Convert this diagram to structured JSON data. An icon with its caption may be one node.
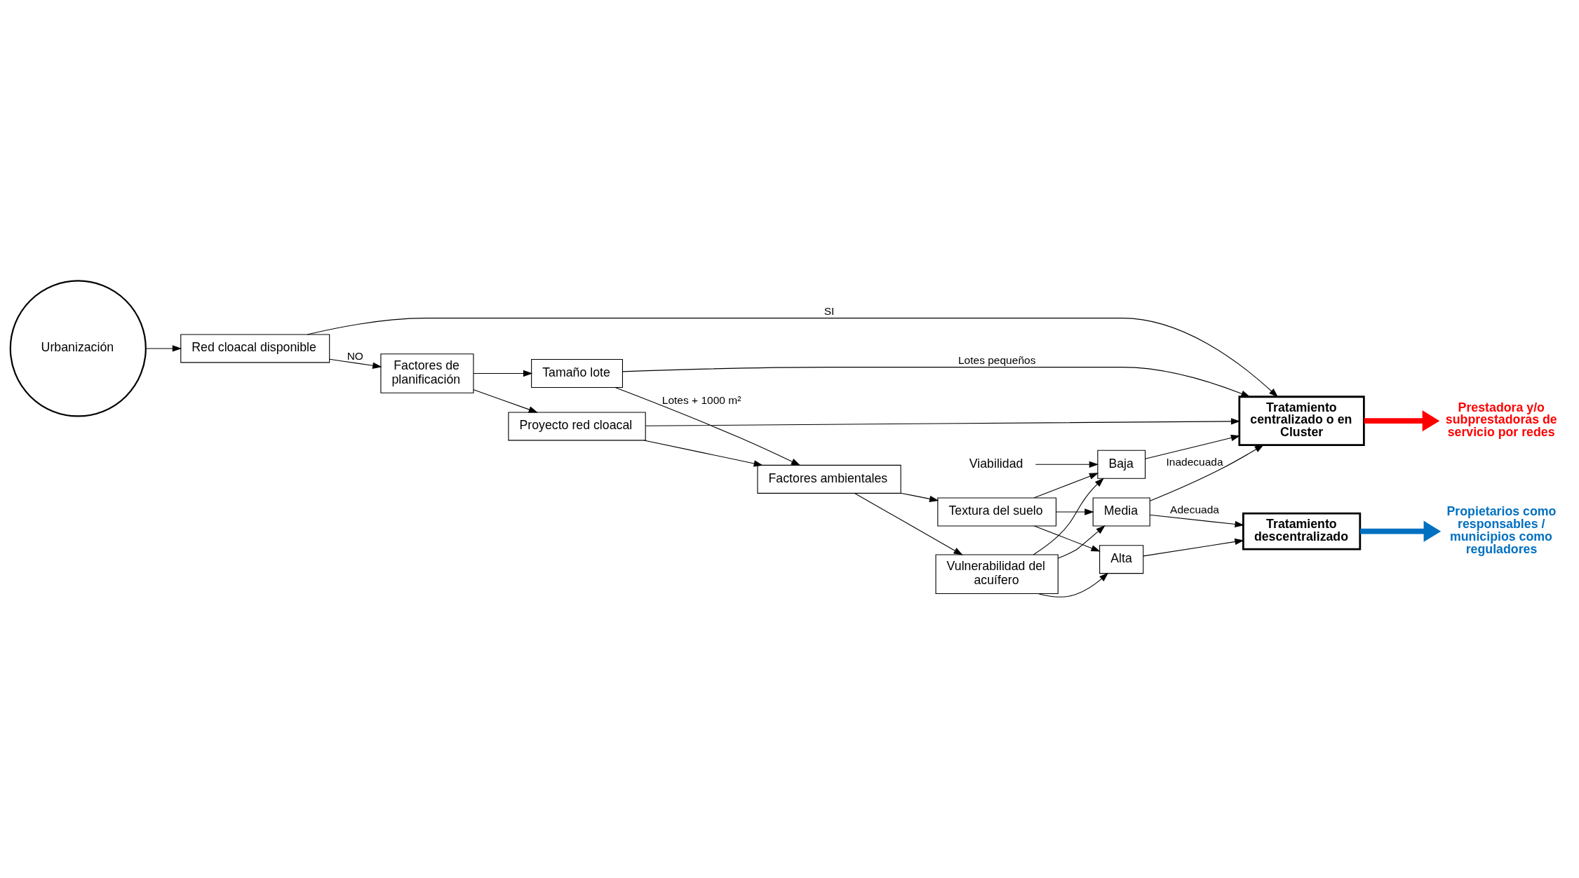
{
  "diagram": {
    "nodes": [
      {
        "text": [
          "Urbanización"
        ]
      },
      {
        "text": [
          "Red cloacal disponible"
        ]
      },
      {
        "text": [
          "Tratamiento centralizado o en Cluster"
        ]
      },
      {
        "text": [
          "Prestadora y/o subprestadoras de servicio por redes"
        ]
      },
      {
        "text": [
          "Factores de planificación"
        ]
      },
      {
        "text": [
          "Tamaño lote"
        ]
      },
      {
        "text": [
          "Proyecto red cloacal"
        ]
      },
      {
        "text": [
          "Factores ambientales"
        ]
      },
      {
        "text": [
          "Vulnerabilidad del acuífero"
        ]
      },
      {
        "text": [
          "Textura del suelo"
        ]
      },
      {
        "text": [
          "Viabilidad"
        ]
      },
      {
        "text": [
          "Baja"
        ]
      },
      {
        "text": [
          "Media"
        ]
      },
      {
        "text": [
          "Alta"
        ]
      },
      {
        "text": [
          "Tratamiento descentralizado"
        ]
      },
      {
        "text": [
          "Propietarios como responsables / municipios como reguladores"
        ]
      }
    ],
    "edges": [
      {
        "from": 0,
        "to": 1,
        "arrow": "to"
      },
      {
        "from": 1,
        "to": 2,
        "arrow": "to",
        "label": "SI"
      },
      {
        "from": 1,
        "to": 4,
        "arrow": "to",
        "label": "NO"
      },
      {
        "from": 4,
        "to": 5,
        "arrow": "to"
      },
      {
        "from": 4,
        "to": 6,
        "arrow": "to"
      },
      {
        "from": 5,
        "to": 2,
        "arrow": "to",
        "label": "Lotes pequeños"
      },
      {
        "from": 6,
        "to": 2,
        "arrow": "to"
      },
      {
        "from": 5,
        "to": 7,
        "arrow": "to",
        "label": "Lotes + 1000 m²"
      },
      {
        "from": 6,
        "to": 7,
        "arrow": "to"
      },
      {
        "from": 2,
        "to": 3,
        "arrow": "to",
        "style": "thick",
        "color": "#ff0000"
      },
      {
        "from": 7,
        "to": 8,
        "arrow": "to"
      },
      {
        "from": 7,
        "to": 9,
        "arrow": "to"
      },
      {
        "from": 8,
        "to": 11,
        "arrow": "to"
      },
      {
        "from": 8,
        "to": 12,
        "arrow": "to"
      },
      {
        "from": 8,
        "to": 13,
        "arrow": "to"
      },
      {
        "from": 9,
        "to": 11,
        "arrow": "to"
      },
      {
        "from": 9,
        "to": 12,
        "arrow": "to"
      },
      {
        "from": 9,
        "to": 13,
        "arrow": "to"
      },
      {
        "from": 10,
        "to": 11,
        "arrow": "to"
      },
      {
        "from": 11,
        "to": 2,
        "arrow": "to"
      },
      {
        "from": 12,
        "to": 2,
        "arrow": "to",
        "label": "Inadecuada"
      },
      {
        "from": 12,
        "to": 14,
        "arrow": "to",
        "label": "Adecuada"
      },
      {
        "from": 13,
        "to": 14,
        "arrow": "to"
      },
      {
        "from": 14,
        "to": 15,
        "arrow": "to",
        "style": "thick",
        "color": "#0070c0"
      }
    ]
  }
}
